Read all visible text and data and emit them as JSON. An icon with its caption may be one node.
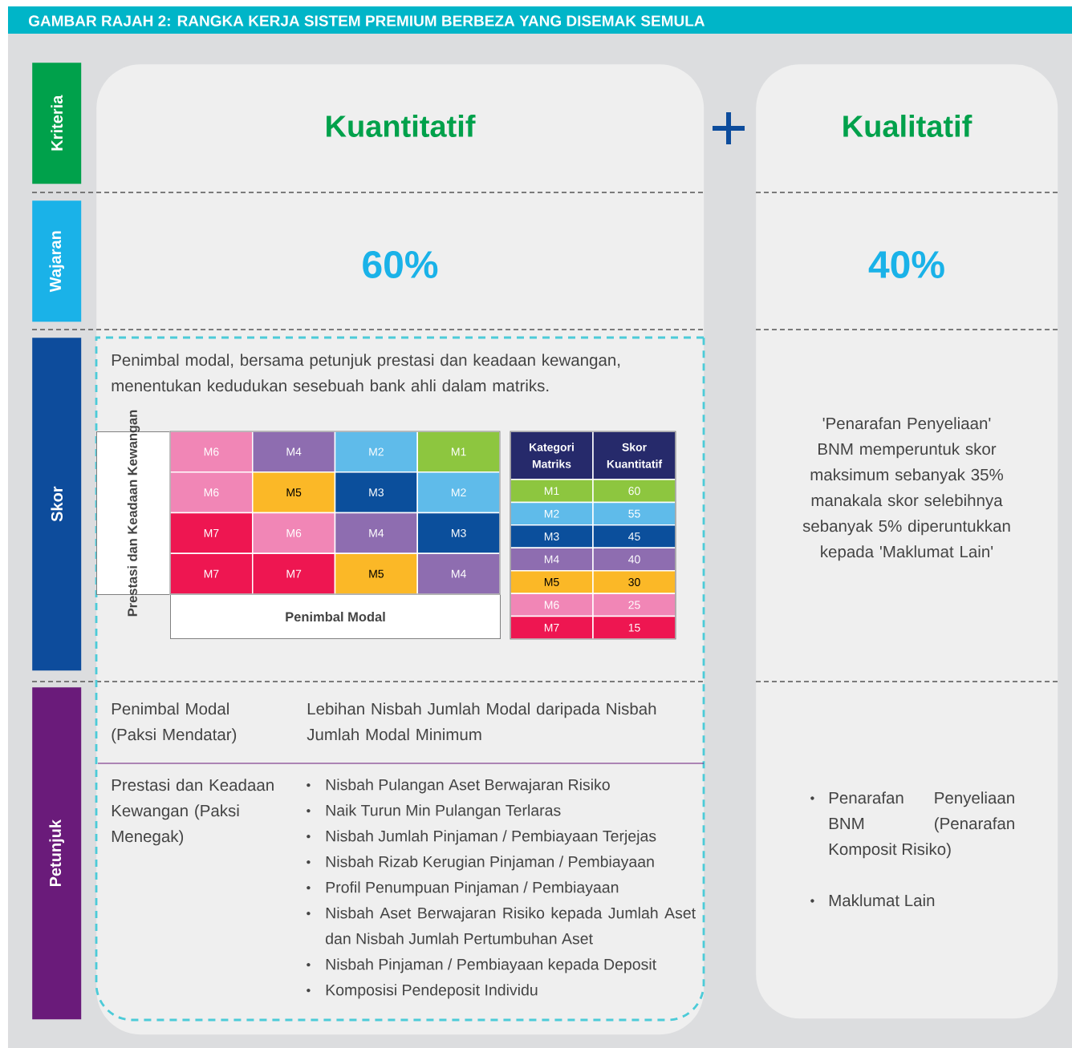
{
  "diagram": {
    "title": "GAMBAR RAJAH 2: RANGKA KERJA SISTEM PREMIUM BERBEZA YANG DISEMAK SEMULA",
    "nodes": [
      {
        "text": [
          "Kriteria"
        ]
      },
      {
        "text": [
          "Wajaran"
        ]
      },
      {
        "text": [
          "Skor"
        ]
      },
      {
        "text": [
          "Petunjuk"
        ]
      },
      {
        "text": [
          "Kuantitatif",
          "60%"
        ]
      },
      {
        "text": [
          "Kualitatif",
          "40%",
          "'Penarafan Penyeliaan' BNM memperuntuk skor maksimum sebanyak 35% manakala skor selebihnya sebanyak 5% diperuntukkan kepada 'Maklumat Lain'",
          "Penarafan Penyeliaan BNM (Penarafan Komposit Risiko)",
          "Maklumat Lain"
        ]
      },
      {
        "text": [
          "Penimbal modal, bersama petunjuk prestasi dan keadaan kewangan, menentukan kedudukan sesebuah bank ahli dalam matriks.",
          "Penimbal Modal (Paksi Mendatar)",
          "Lebihan Nisbah Jumlah Modal daripada Nisbah Jumlah Modal Minimum",
          "Prestasi dan Keadaan Kewangan (Paksi Menegak)",
          "Nisbah Pulangan Aset Berwajaran Risiko",
          "Naik Turun Min Pulangan Terlaras",
          "Nisbah Jumlah Pinjaman / Pembiayaan Terjejas",
          "Nisbah Rizab Kerugian Pinjaman / Pembiayaan",
          "Profil Penumpuan Pinjaman / Pembiayaan",
          "Nisbah Aset Berwajaran Risiko kepada Jumlah Aset dan Nisbah Jumlah Pertumbuhan Aset",
          "Nisbah Pinjaman / Pembiayaan kepada Deposit",
          "Komposisi Pendeposit Individu"
        ],
        "in": 4
      },
      {
        "text": [
          "Prestasi dan Keadaan Kewangan"
        ],
        "in": 6
      },
      {
        "text": [
          "Penimbal Modal"
        ],
        "in": 6
      }
    ],
    "labels": [
      "M6",
      "M4",
      "M2",
      "M1",
      "M6",
      "M5",
      "M3",
      "M2",
      "M7",
      "M6",
      "M4",
      "M3",
      "M7",
      "M7",
      "M5",
      "M4",
      "Kategori Matriks",
      "Skor Kuantitatif",
      "M1",
      "60",
      "M2",
      "55",
      "M3",
      "45",
      "M4",
      "40",
      "M5",
      "30",
      "M6",
      "25",
      "M7",
      "15"
    ]
  }
}
